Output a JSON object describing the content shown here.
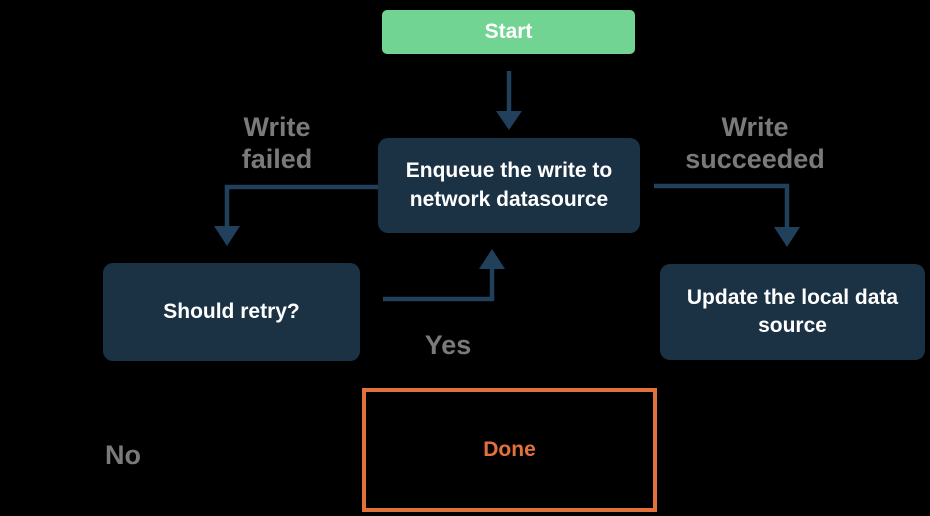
{
  "diagram": {
    "type": "flowchart",
    "nodes": {
      "start": {
        "label": "Start"
      },
      "enqueue": {
        "label": "Enqueue the write to network datasource"
      },
      "should_retry": {
        "label": "Should retry?"
      },
      "update_local": {
        "label": "Update the local data source"
      },
      "done": {
        "label": "Done"
      }
    },
    "edge_labels": {
      "write_failed": "Write\nfailed",
      "write_succeeded": "Write\nsucceeded",
      "yes": "Yes",
      "no": "No"
    },
    "colors": {
      "background": "#000000",
      "node_fill": "#1B3144",
      "node_text": "#FFFFFF",
      "start_fill": "#72D492",
      "start_text": "#FFFFFF",
      "arrow": "#20405C",
      "edge_label_text": "#7A7A7A",
      "done_accent": "#E2713C"
    }
  }
}
